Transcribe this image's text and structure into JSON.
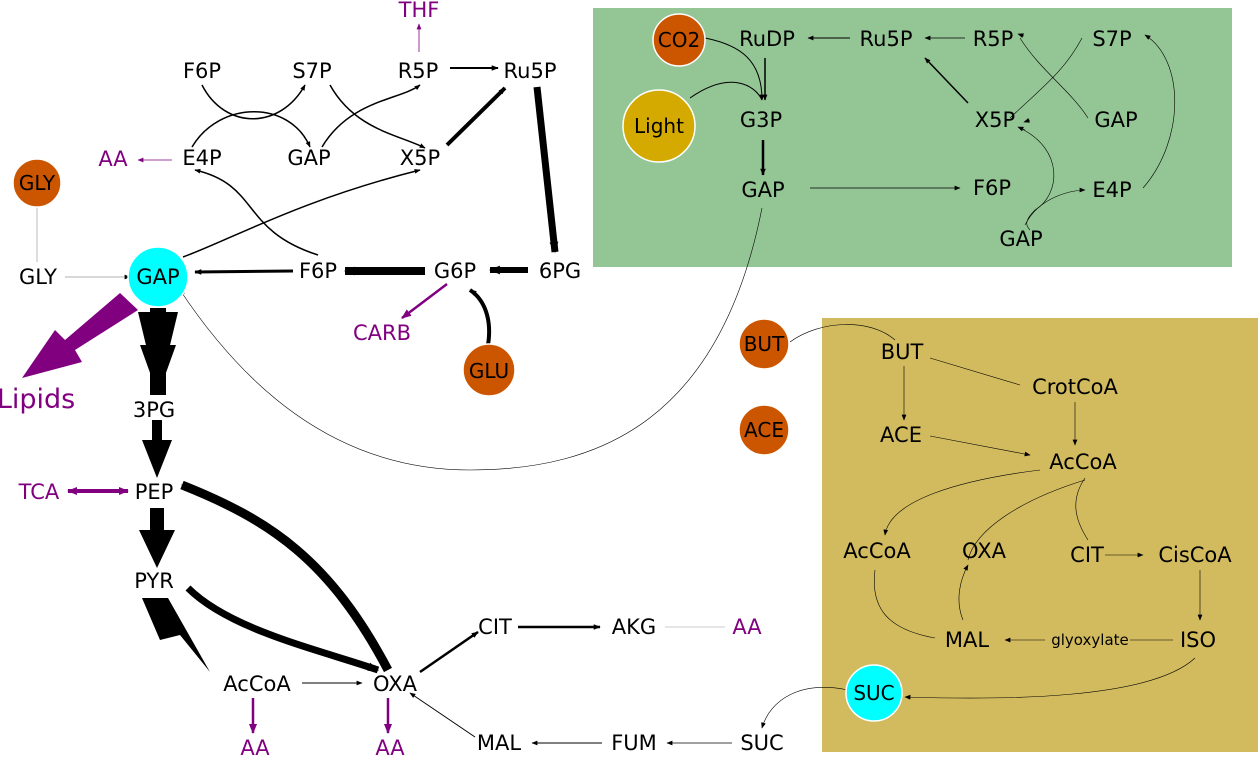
{
  "colors": {
    "photo_panel": "#94c595",
    "acetate_panel": "#d2bb5e",
    "substrate_circle": "#cc5500",
    "light_circle": "#d4aa00",
    "hub_circle": "#00ffff",
    "side_product": "#800080",
    "edge": "#000000"
  },
  "left_network": {
    "F6P_top": "F6P",
    "S7P": "S7P",
    "R5P": "R5P",
    "Ru5P": "Ru5P",
    "THF": "THF",
    "E4P": "E4P",
    "GAP_mid": "GAP",
    "X5P": "X5P",
    "AA_e4p": "AA",
    "GLY_circle": "GLY",
    "GLY": "GLY",
    "GAP_hub": "GAP",
    "F6P": "F6P",
    "G6P": "G6P",
    "PG6": "6PG",
    "CARB": "CARB",
    "GLU_circle": "GLU",
    "Lipids": "Lipids",
    "PG3": "3PG",
    "TCA": "TCA",
    "PEP": "PEP",
    "PYR": "PYR",
    "AcCoA": "AcCoA",
    "OXA": "OXA",
    "AA_accoa": "AA",
    "AA_oxa": "AA",
    "CIT": "CIT",
    "AKG": "AKG",
    "AA_akg": "AA",
    "MAL": "MAL",
    "FUM": "FUM",
    "SUC": "SUC"
  },
  "photo_panel": {
    "CO2": "CO2",
    "RuDP": "RuDP",
    "Ru5P": "Ru5P",
    "R5P": "R5P",
    "S7P": "S7P",
    "Light": "Light",
    "G3P": "G3P",
    "X5P": "X5P",
    "GAP_right": "GAP",
    "GAP": "GAP",
    "F6P": "F6P",
    "E4P": "E4P",
    "GAP_bottom": "GAP"
  },
  "acetate_panel": {
    "BUT_circle": "BUT",
    "BUT": "BUT",
    "CrotCoA": "CrotCoA",
    "ACE_circle": "ACE",
    "ACE": "ACE",
    "AcCoA": "AcCoA",
    "AcCoA_left": "AcCoA",
    "OXA": "OXA",
    "CIT": "CIT",
    "CisCoA": "CisCoA",
    "MAL": "MAL",
    "glyoxylate": "glyoxylate",
    "ISO": "ISO",
    "SUC_circle": "SUC"
  }
}
